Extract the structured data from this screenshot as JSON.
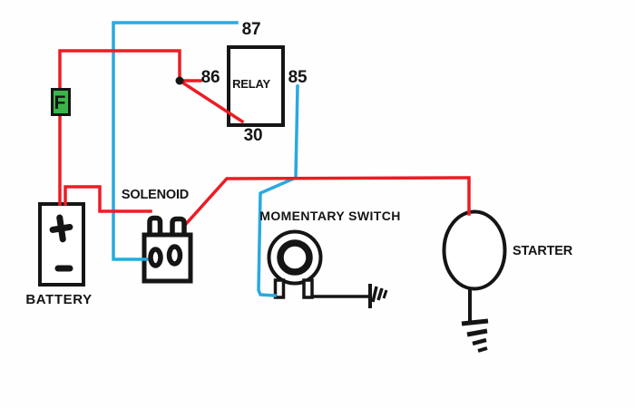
{
  "colors": {
    "red": "#EC1C24",
    "blue": "#29A9E1",
    "green": "#3BB54A",
    "ink": "#151515",
    "bg": "#FEFEFE"
  },
  "relay": {
    "label": "RELAY",
    "pin_87": "87",
    "pin_86": "86",
    "pin_85": "85",
    "pin_30": "30"
  },
  "components": {
    "battery_label": "BATTERY",
    "battery_plus": "+",
    "battery_minus": "−",
    "fuse_letter": "F",
    "solenoid_label": "SOLENOID",
    "momentary_switch_label": "MOMENTARY SWITCH",
    "starter_label": "STARTER"
  }
}
